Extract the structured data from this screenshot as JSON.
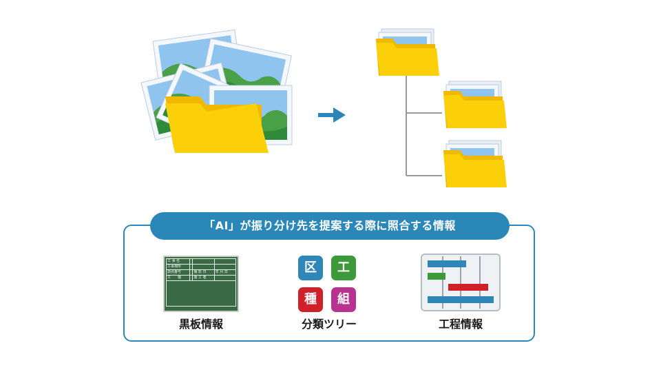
{
  "banner": {
    "text": "「AI」が振り分け先を提案する際に照合する情報"
  },
  "items": [
    {
      "label": "黒板情報",
      "icon": "blackboard-icon"
    },
    {
      "label": "分類ツリー",
      "icon": "category-tiles-icon"
    },
    {
      "label": "工程情報",
      "icon": "gantt-chart-icon"
    }
  ],
  "blackboard": {
    "rows": [
      [
        "工 事 名",
        "",
        "",
        ""
      ],
      [
        "工事場所",
        "",
        "",
        ""
      ],
      [
        "測点番号",
        "",
        "撮 影 日",
        "年 月 日"
      ],
      [
        "工　　種",
        "",
        "施 工 者",
        ""
      ]
    ]
  },
  "tiles": [
    {
      "char": "区",
      "color": "#2f86b8"
    },
    {
      "char": "工",
      "color": "#3d9a3a"
    },
    {
      "char": "種",
      "color": "#d0202a"
    },
    {
      "char": "組",
      "color": "#b8338f"
    }
  ],
  "colors": {
    "accent": "#2a87b8",
    "folder": "#fcd008",
    "gantt_blue": "#2f86b8",
    "gantt_green": "#3d9a3a",
    "gantt_red": "#d0202a"
  }
}
